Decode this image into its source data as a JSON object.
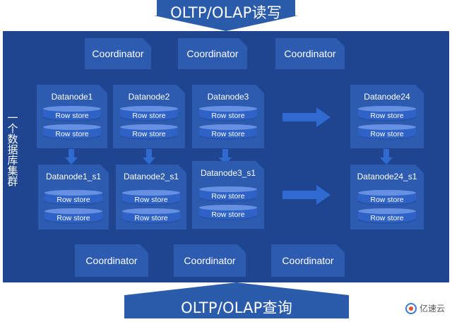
{
  "top_banner": {
    "label": "OLTP/OLAP读写"
  },
  "bottom_banner": {
    "label": "OLTP/OLAP查询"
  },
  "cluster": {
    "side_label": "一个数据库集群"
  },
  "coordinators_top": [
    "Coordinator",
    "Coordinator",
    "Coordinator"
  ],
  "coordinators_bottom": [
    "Coordinator",
    "Coordinator",
    "Coordinator"
  ],
  "datanodes_primary": [
    {
      "title": "Datanode1",
      "stores": [
        "Row store",
        "Row store"
      ]
    },
    {
      "title": "Datanode2",
      "stores": [
        "Row store",
        "Row store"
      ]
    },
    {
      "title": "Datanode3",
      "stores": [
        "Row store",
        "Row store"
      ]
    },
    {
      "title": "Datanode24",
      "stores": [
        "Row store",
        "Row store"
      ]
    }
  ],
  "datanodes_secondary": [
    {
      "title": "Datanode1_s1",
      "stores": [
        "Row store",
        "Row store"
      ]
    },
    {
      "title": "Datanode2_s1",
      "stores": [
        "Row store",
        "Row store"
      ]
    },
    {
      "title": "Datanode3_s1",
      "stores": [
        "Row store",
        "Row store"
      ]
    },
    {
      "title": "Datanode24_s1",
      "stores": [
        "Row store",
        "Row store"
      ]
    }
  ],
  "watermark": {
    "text": "亿速云"
  },
  "colors": {
    "banner": "#2b5cab",
    "cluster": "#1f4590",
    "box": "#2d5bb0",
    "cylinder": "#2e62c6",
    "cylinder_top": "#6690e2",
    "arrow": "#2f6ad0"
  }
}
